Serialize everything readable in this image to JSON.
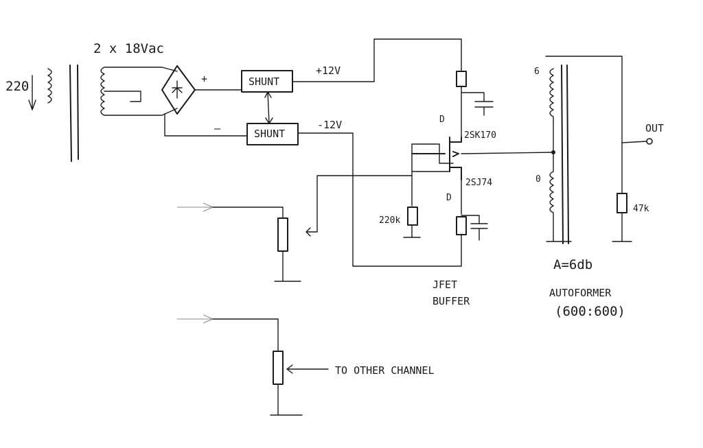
{
  "labels": {
    "mains": "220",
    "secondary": "2 x 18Vac",
    "plus": "+",
    "minus": "—",
    "shunt_top": "SHUNT",
    "shunt_bottom": "SHUNT",
    "rail_pos": "+12V",
    "rail_neg": "-12V",
    "drain_top": "D",
    "drain_bottom": "D",
    "fet_top": "2SK170",
    "fet_bottom": "2SJ74",
    "resistor_220k": "220k",
    "buffer_title_1": "JFET",
    "buffer_title_2": "BUFFER",
    "tap_top": "6",
    "tap_bottom": "0",
    "gain": "A=6db",
    "autoformer_1": "AUTOFORMER",
    "autoformer_2": "(600:600)",
    "out": "OUT",
    "resistor_47k": "47k",
    "other_channel": "TO OTHER CHANNEL"
  }
}
